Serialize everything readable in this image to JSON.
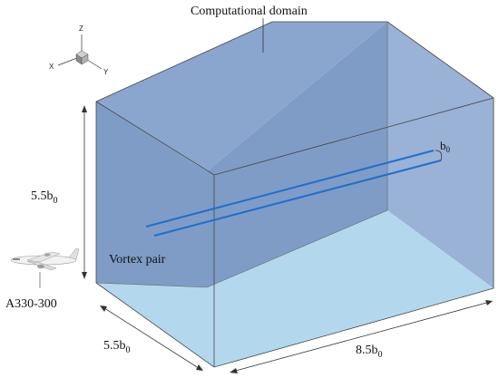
{
  "labels": {
    "domain": "Computational domain",
    "vortex": "Vortex pair",
    "aircraft": "A330-300",
    "b_main": "b",
    "b_sub": "0"
  },
  "dimensions": {
    "height": {
      "main": "5.5b",
      "sub": "0"
    },
    "width": {
      "main": "5.5b",
      "sub": "0"
    },
    "length": {
      "main": "8.5b",
      "sub": "0"
    }
  },
  "axes": {
    "z": "Z",
    "x": "X",
    "y": "Y"
  },
  "colors": {
    "back_face": "#7f9cc7",
    "floor": "#b3d8ee",
    "top_face": "#9fb6d9",
    "vortex_line": "#1e6fcf",
    "edge": "#444444"
  }
}
